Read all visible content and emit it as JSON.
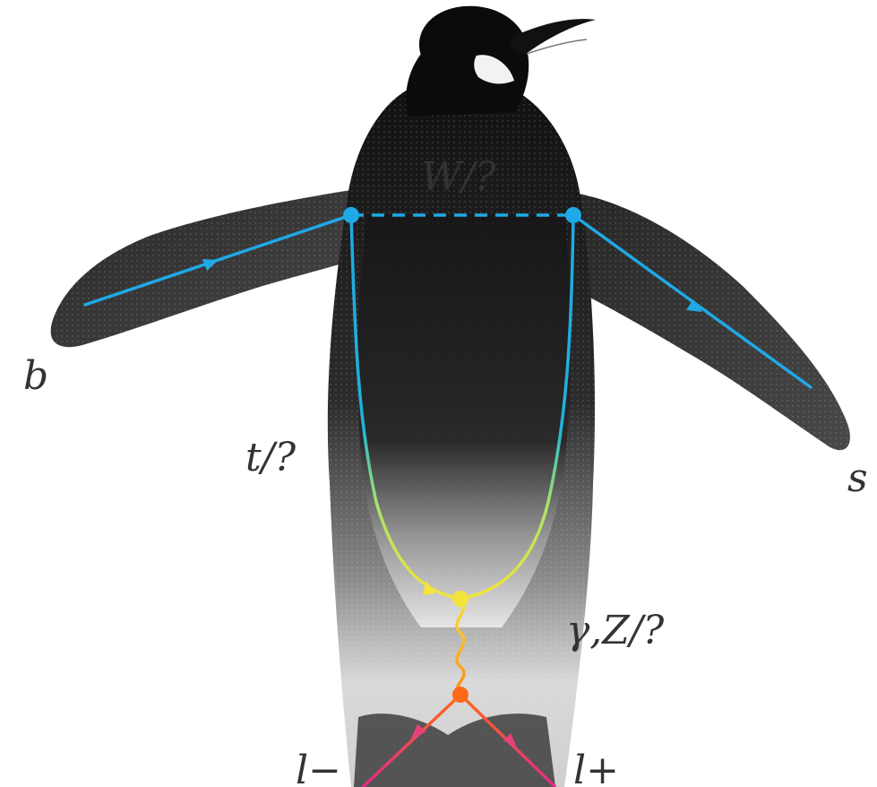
{
  "labels": {
    "b": "b",
    "s": "s",
    "w_boson": "W/?",
    "top_quark": "t/?",
    "gamma_z": "γ,Z/?",
    "lepton_minus": "l−",
    "lepton_plus": "l+"
  },
  "colors": {
    "penguin_dark": "#0b0b0b",
    "penguin_mid": "#3a3a3a",
    "belly_light": "#ededed",
    "quark_line": "#1fa9e6",
    "gradient_mid": "#a6e36a",
    "gradient_low": "#f4e33a",
    "photon": "#f5a623",
    "lepton_vertex": "#ff6a1a",
    "lepton_line": "#e02a88",
    "label_text": "#333333"
  },
  "icons": [
    "penguin-silhouette",
    "feynman-vertex-dot",
    "fermion-arrow"
  ]
}
